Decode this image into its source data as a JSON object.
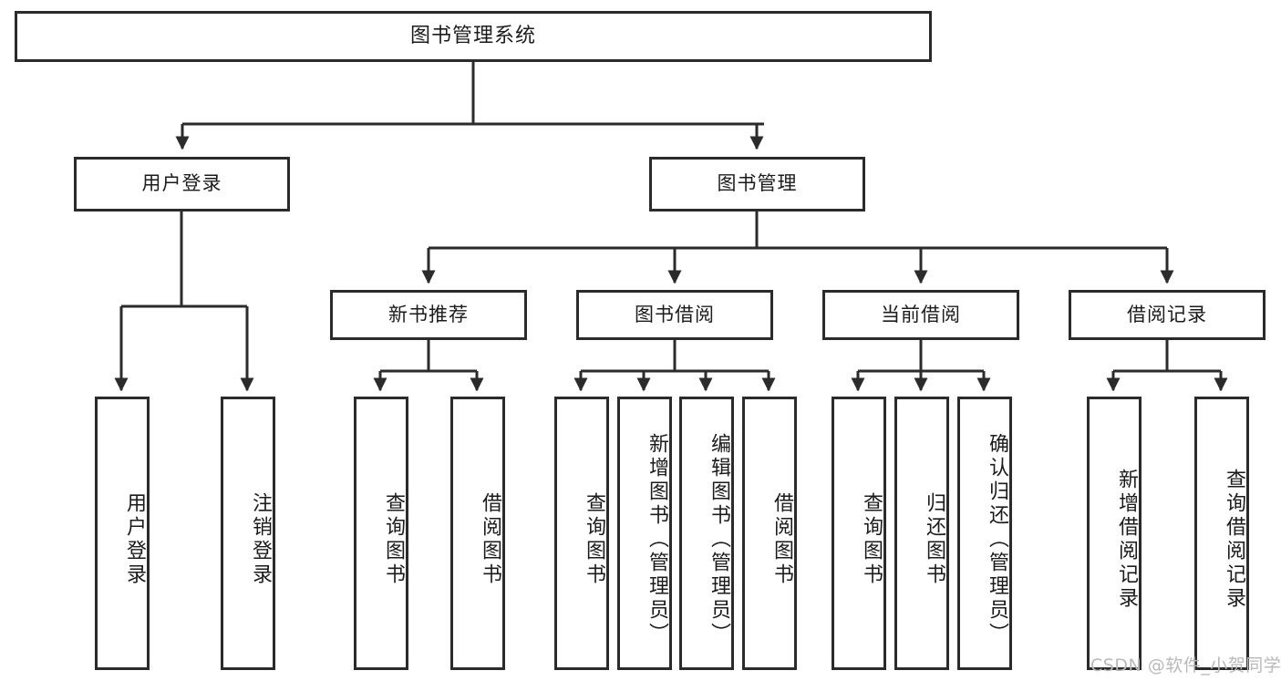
{
  "diagram": {
    "title": "图书管理系统",
    "root": {
      "label": "图书管理系统"
    },
    "level2": [
      {
        "label": "用户登录"
      },
      {
        "label": "图书管理"
      }
    ],
    "level3": [
      {
        "label": "新书推荐"
      },
      {
        "label": "图书借阅"
      },
      {
        "label": "当前借阅"
      },
      {
        "label": "借阅记录"
      }
    ],
    "leaves": {
      "user_login": [
        {
          "label": "用户登录"
        },
        {
          "label": "注销登录"
        }
      ],
      "new_book": [
        {
          "label": "查询图书"
        },
        {
          "label": "借阅图书"
        }
      ],
      "book_borrow": [
        {
          "label": "查询图书"
        },
        {
          "label": "新增图书（管理员）"
        },
        {
          "label": "编辑图书（管理员）"
        },
        {
          "label": "借阅图书"
        }
      ],
      "current_borrow": [
        {
          "label": "查询图书"
        },
        {
          "label": "归还图书"
        },
        {
          "label": "确认归还（管理员）"
        }
      ],
      "borrow_record": [
        {
          "label": "新增借阅记录"
        },
        {
          "label": "查询借阅记录"
        }
      ]
    }
  },
  "watermark": {
    "text": "CSDN @软件_小贺同学"
  },
  "colors": {
    "stroke": "#2b2b2b",
    "background": "#ffffff",
    "text": "#1b1b1b",
    "watermark": "#b9b9b9"
  }
}
